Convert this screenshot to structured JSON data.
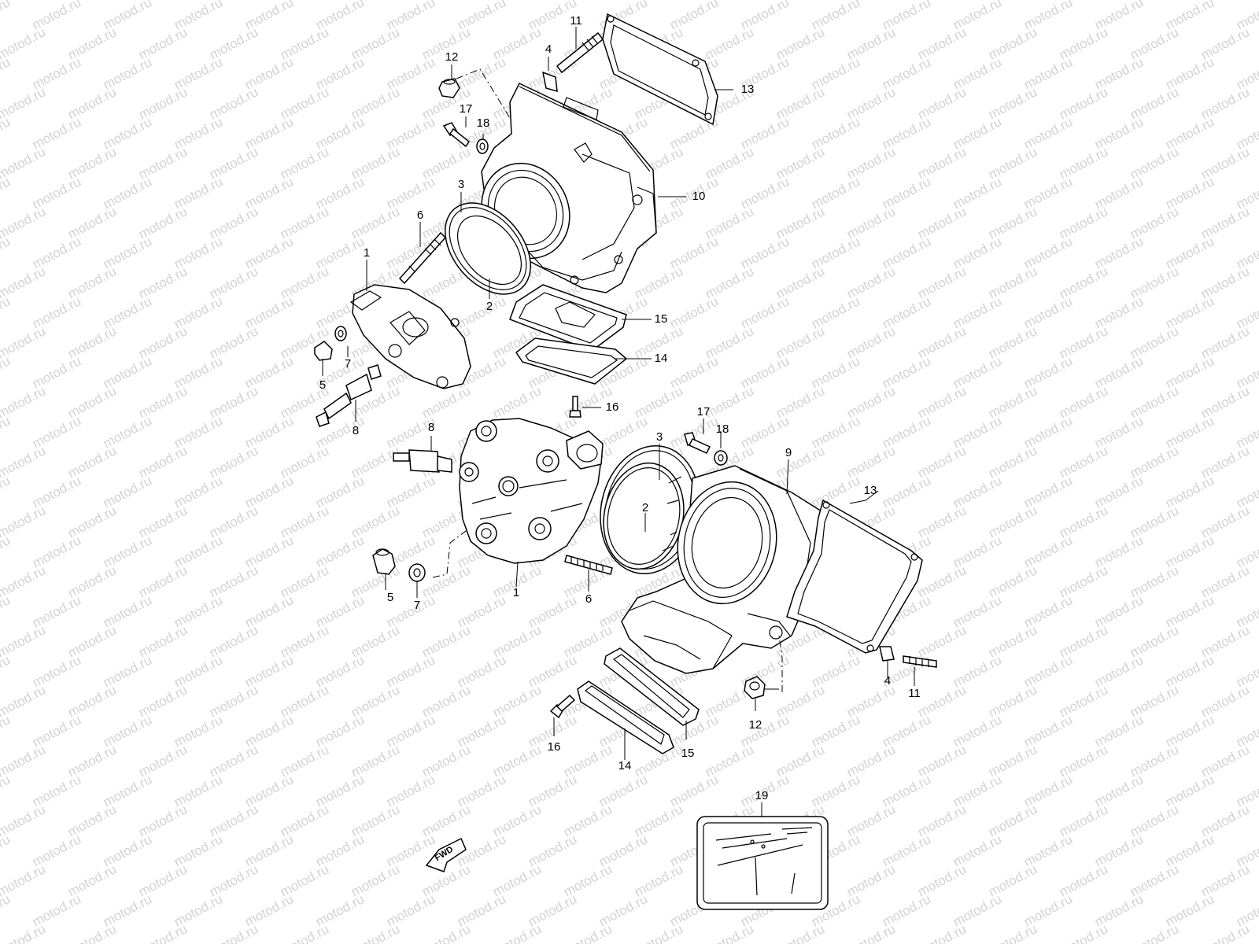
{
  "watermark": {
    "text": "motod.ru"
  },
  "fwd_arrow": {
    "text": "FWD"
  },
  "callouts": {
    "c1": "1",
    "c2": "2",
    "c3": "3",
    "c4": "4",
    "c5": "5",
    "c6": "6",
    "c7": "7",
    "c8": "8",
    "c9": "9",
    "c10": "10",
    "c11": "11",
    "c12": "12",
    "c13": "13",
    "c14": "14",
    "c15": "15",
    "c16": "16",
    "c17": "17",
    "c18": "18",
    "c19": "19"
  }
}
